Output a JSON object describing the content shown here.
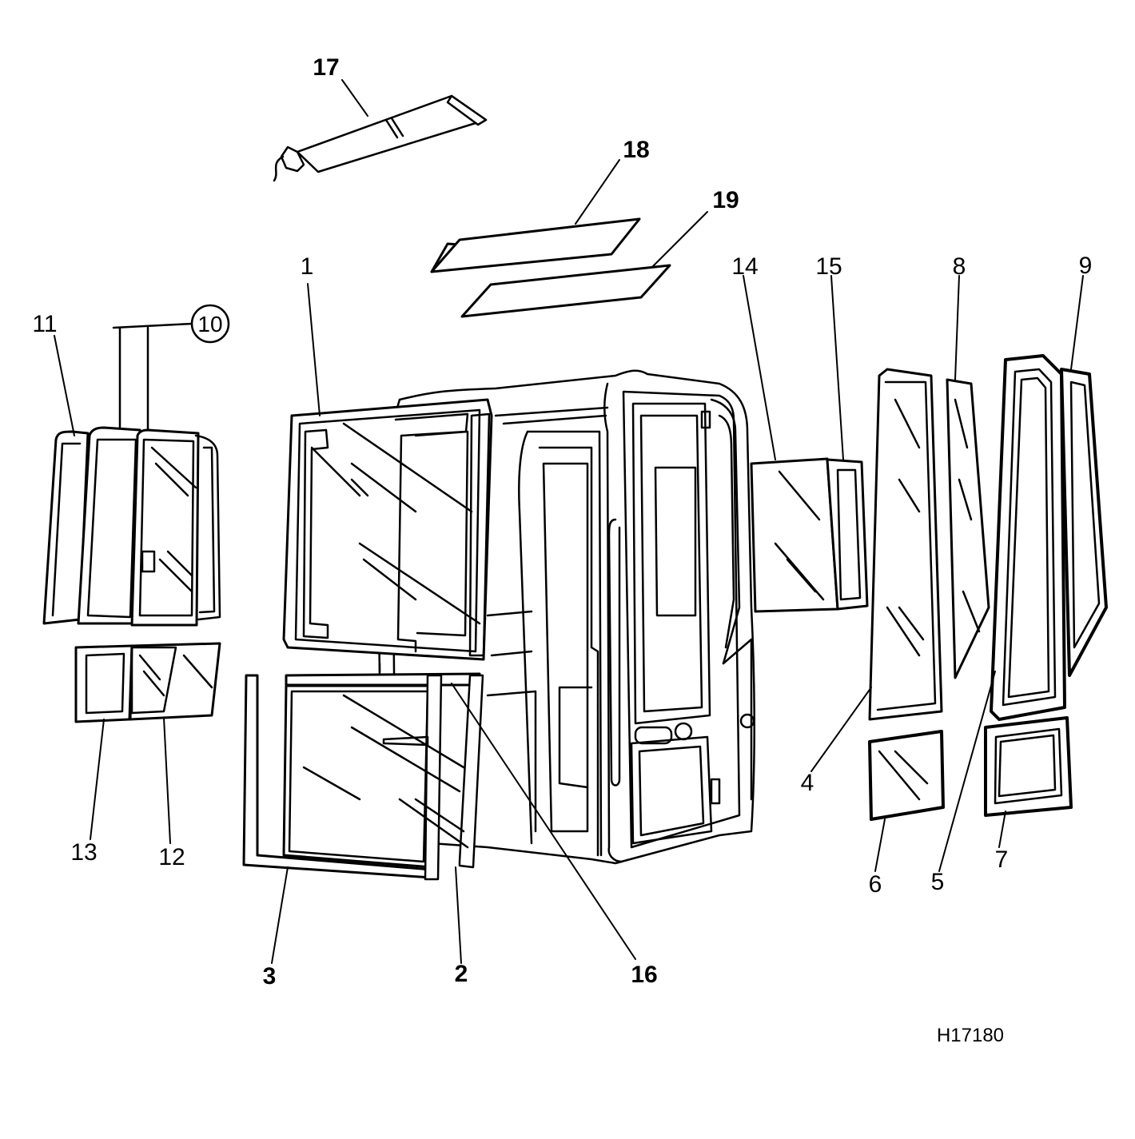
{
  "labels": {
    "p1": "1",
    "p2": "2",
    "p3": "3",
    "p4": "4",
    "p5": "5",
    "p6": "6",
    "p7": "7",
    "p8": "8",
    "p9": "9",
    "p10": "10",
    "p11": "11",
    "p12": "12",
    "p13": "13",
    "p14": "14",
    "p15": "15",
    "p16": "16",
    "p17": "17",
    "p18": "18",
    "p19": "19"
  },
  "reference": "H17180",
  "colors": {
    "line": "#000000",
    "background": "#ffffff"
  }
}
